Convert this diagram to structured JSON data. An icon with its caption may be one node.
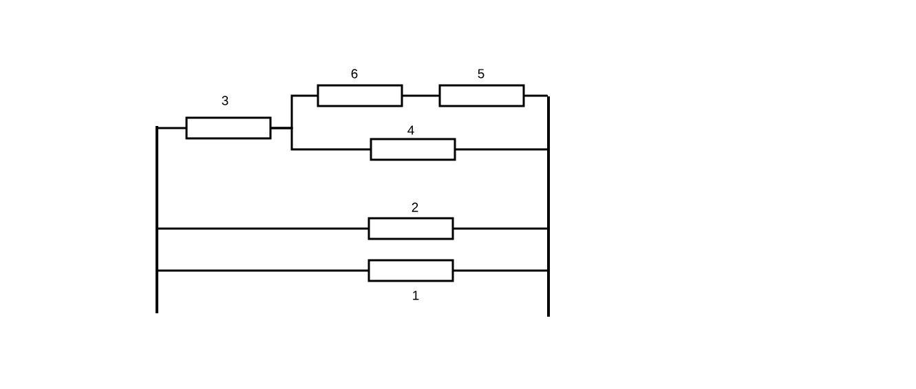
{
  "diagram": {
    "nodes": [
      {
        "text": [],
        "shape": "bar"
      },
      {
        "text": [],
        "shape": "box",
        "beside": [
          "3"
        ]
      },
      {
        "text": [],
        "shape": "box",
        "beside": [
          "6"
        ]
      },
      {
        "text": [],
        "shape": "box",
        "beside": [
          "5"
        ]
      },
      {
        "text": [],
        "shape": "box",
        "beside": [
          "4"
        ]
      },
      {
        "text": [],
        "shape": "box",
        "beside": [
          "2"
        ]
      },
      {
        "text": [],
        "shape": "box",
        "beside": [
          "1"
        ]
      },
      {
        "text": [],
        "shape": "bar"
      }
    ],
    "edges": [
      {
        "from": 0,
        "to": 1,
        "arrow": "none"
      },
      {
        "from": 1,
        "to": 2,
        "arrow": "none"
      },
      {
        "from": 1,
        "to": 4,
        "arrow": "none"
      },
      {
        "from": 2,
        "to": 3,
        "arrow": "none"
      },
      {
        "from": 3,
        "to": 7,
        "arrow": "none"
      },
      {
        "from": 4,
        "to": 7,
        "arrow": "none"
      },
      {
        "from": 0,
        "to": 5,
        "arrow": "none"
      },
      {
        "from": 5,
        "to": 7,
        "arrow": "none"
      },
      {
        "from": 0,
        "to": 6,
        "arrow": "none"
      },
      {
        "from": 6,
        "to": 7,
        "arrow": "none"
      }
    ]
  }
}
